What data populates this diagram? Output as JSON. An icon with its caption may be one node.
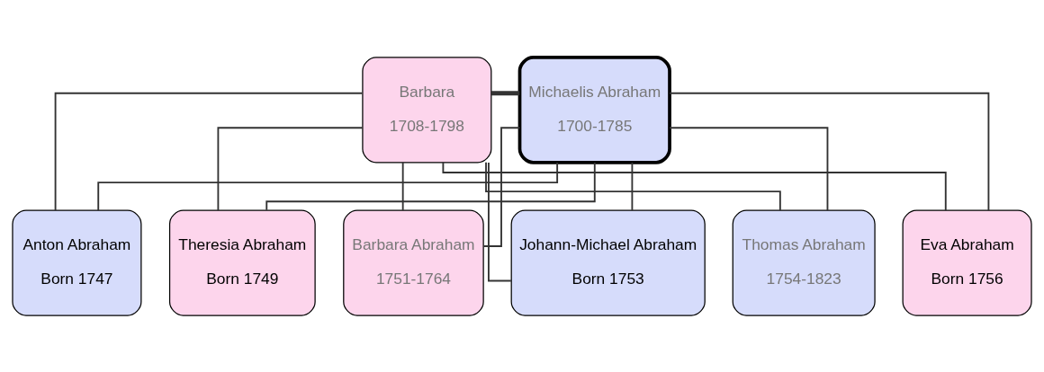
{
  "diagram": {
    "nodes": [
      {
        "text": [
          "Barbara",
          "1708-1798"
        ]
      },
      {
        "text": [
          "Michaelis Abraham",
          "1700-1785"
        ]
      },
      {
        "text": [
          "Anton Abraham",
          "Born 1747"
        ]
      },
      {
        "text": [
          "Theresia Abraham",
          "Born 1749"
        ]
      },
      {
        "text": [
          "Barbara Abraham",
          "1751-1764"
        ]
      },
      {
        "text": [
          "Johann-Michael Abraham",
          "Born 1753"
        ]
      },
      {
        "text": [
          "Thomas Abraham",
          "1754-1823"
        ]
      },
      {
        "text": [
          "Eva Abraham",
          "Born 1756"
        ]
      }
    ],
    "edges": [
      {
        "from": 0,
        "to": 1,
        "arrow": "none",
        "style": "thick"
      },
      {
        "from": 0,
        "to": 2,
        "arrow": "none"
      },
      {
        "from": 1,
        "to": 2,
        "arrow": "none"
      },
      {
        "from": 0,
        "to": 3,
        "arrow": "none"
      },
      {
        "from": 1,
        "to": 3,
        "arrow": "none"
      },
      {
        "from": 0,
        "to": 4,
        "arrow": "none"
      },
      {
        "from": 1,
        "to": 4,
        "arrow": "none"
      },
      {
        "from": 0,
        "to": 5,
        "arrow": "none"
      },
      {
        "from": 1,
        "to": 5,
        "arrow": "none"
      },
      {
        "from": 0,
        "to": 6,
        "arrow": "none"
      },
      {
        "from": 1,
        "to": 6,
        "arrow": "none"
      },
      {
        "from": 0,
        "to": 7,
        "arrow": "none"
      },
      {
        "from": 1,
        "to": 7,
        "arrow": "none"
      }
    ]
  }
}
